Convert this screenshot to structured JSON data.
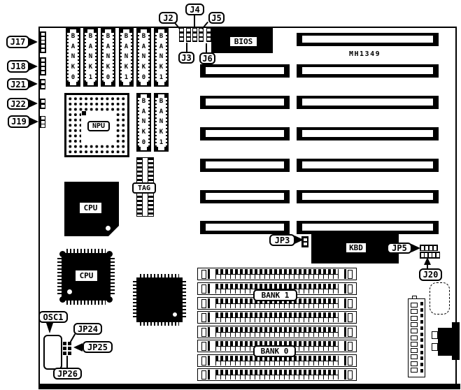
{
  "diagram": {
    "part_number": "MH1349",
    "connector_labels": {
      "j17": "J17",
      "j18": "J18",
      "j21": "J21",
      "j22": "J22",
      "j19": "J19",
      "j2": "J2",
      "j3": "J3",
      "j4": "J4",
      "j5": "J5",
      "j6": "J6",
      "jp3": "JP3",
      "jp5": "JP5",
      "j20": "J20",
      "osc1": "OSC1",
      "jp24": "JP24",
      "jp25": "JP25",
      "jp26": "JP26"
    },
    "chip_labels": {
      "bios": "BIOS",
      "npu": "NPU",
      "cpu_socketed": "CPU",
      "cpu_qfp": "CPU",
      "kbd": "KBD",
      "tag": "TAG"
    },
    "memory": {
      "top_simm_modules": [
        "BANK0",
        "BANK1",
        "BANK0",
        "BANK1",
        "BANK0",
        "BANK1"
      ],
      "mid_simm_modules": [
        "BANK0",
        "BANK1"
      ],
      "bottom_bank_labels": [
        "BANK 1",
        "BANK 0"
      ]
    }
  }
}
